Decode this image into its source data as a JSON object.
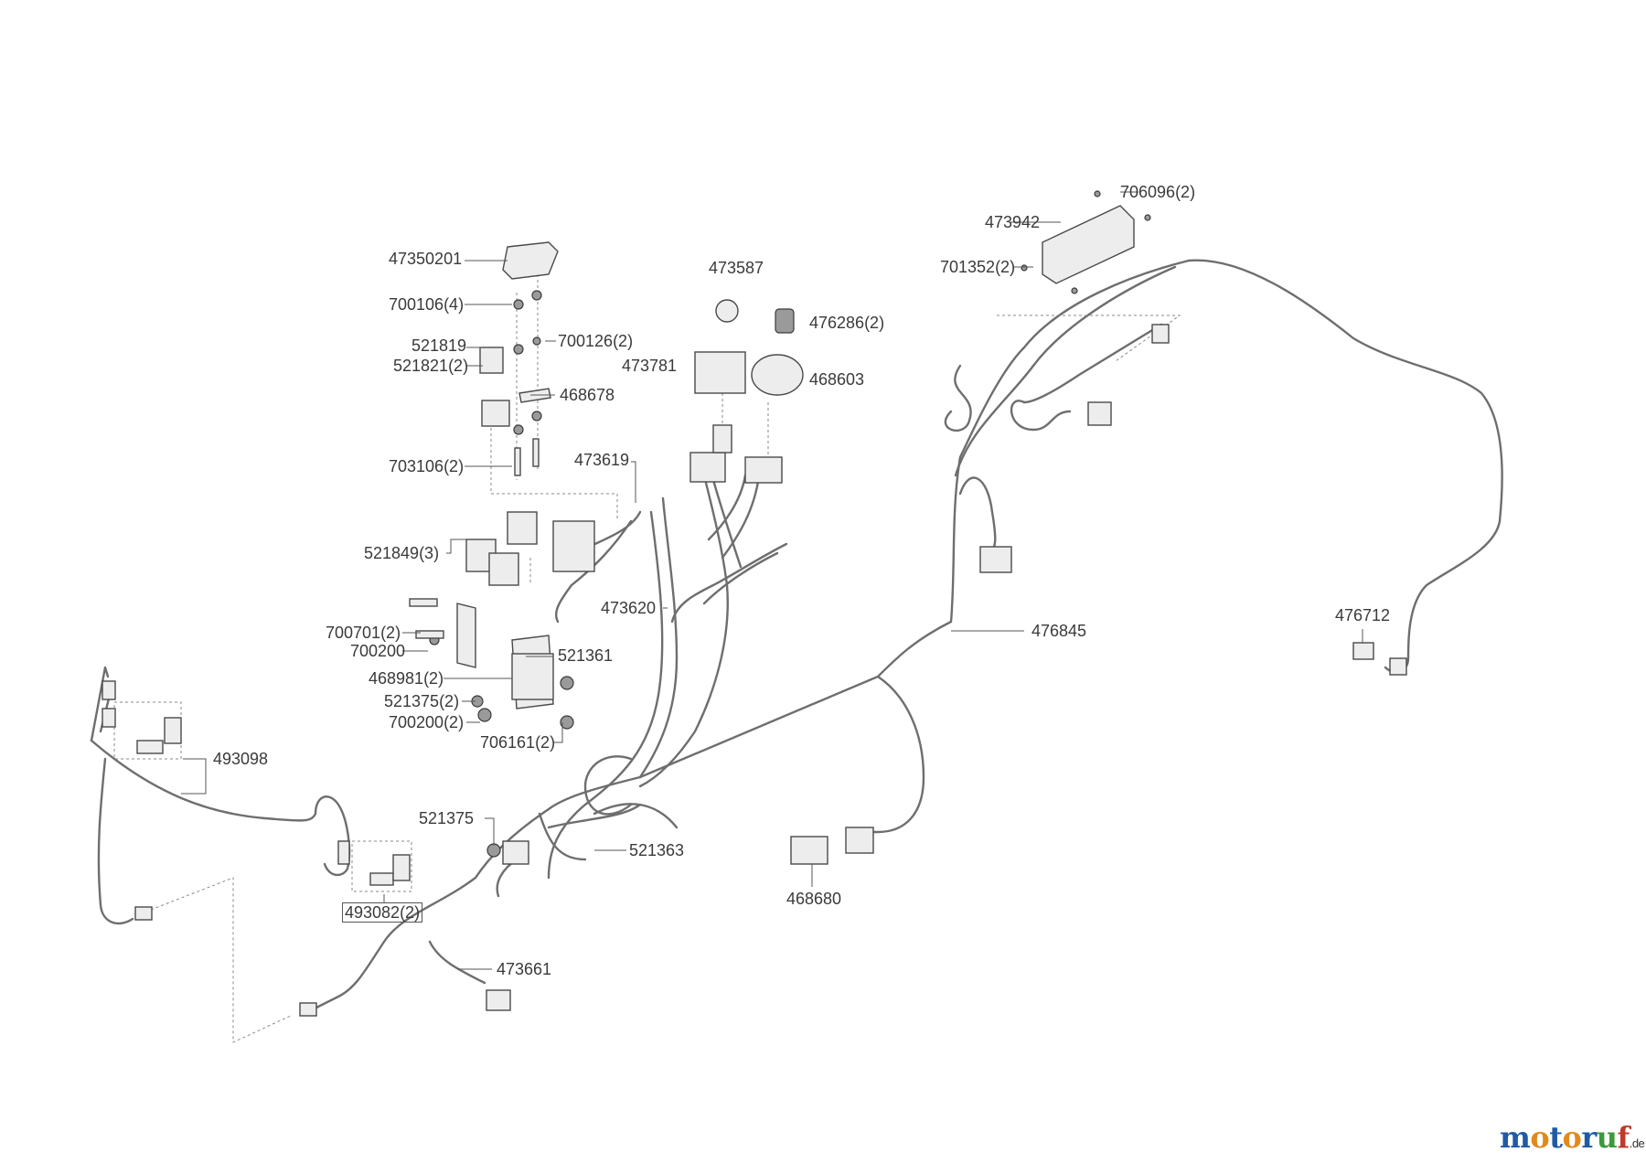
{
  "parts": {
    "p47350201": "47350201",
    "p700106_4": "700106(4)",
    "p521819": "521819",
    "p700126_2": "700126(2)",
    "p521821_2": "521821(2)",
    "p468678": "468678",
    "p703106_2": "703106(2)",
    "p473587": "473587",
    "p476286_2": "476286(2)",
    "p473781": "473781",
    "p468603": "468603",
    "p473619": "473619",
    "p521849_3": "521849(3)",
    "p473620": "473620",
    "p700701_2": "700701(2)",
    "p700200": "700200",
    "p521361": "521361",
    "p468981_2": "468981(2)",
    "p521375_2": "521375(2)",
    "p700200_2": "700200(2)",
    "p706161_2": "706161(2)",
    "p493098": "493098",
    "p521375": "521375",
    "p521363": "521363",
    "p493082_2": "493082(2)",
    "p473661": "473661",
    "p468680": "468680",
    "p476845": "476845",
    "p476712": "476712",
    "p706096_2": "706096(2)",
    "p473942": "473942",
    "p701352_2": "701352(2)"
  },
  "watermark": {
    "text": "motoruf",
    "suffix": ".de"
  },
  "colors": {
    "line": "#6e6e6e",
    "label": "#3a3a3a",
    "logo_blue": "#1f5aa6",
    "logo_orange": "#e08a1e",
    "logo_green": "#3c9a3c",
    "logo_red": "#c0392b"
  }
}
